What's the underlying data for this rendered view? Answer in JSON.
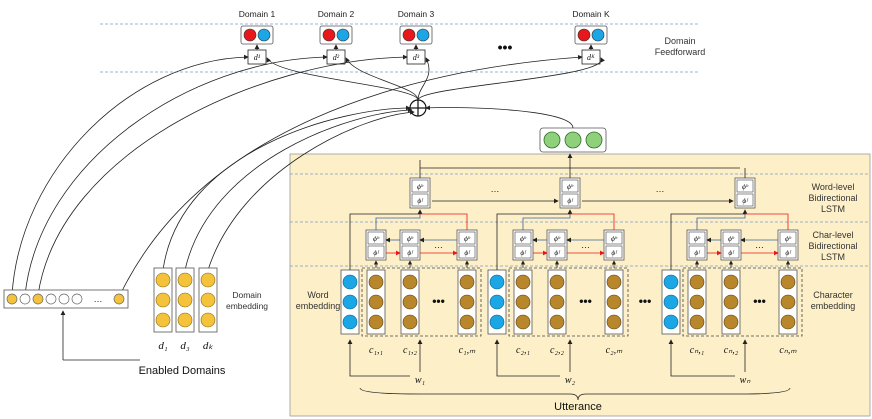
{
  "domains": {
    "labels": [
      "Domain 1",
      "Domain 2",
      "Domain 3",
      "Domain K"
    ],
    "ellipsis": "•••",
    "d_labels": [
      "d¹",
      "d²",
      "d³",
      "dᴷ"
    ],
    "feedforward_label_line1": "Domain",
    "feedforward_label_line2": "Feedforward"
  },
  "enabled": {
    "label": "Enabled Domains",
    "ellipsis": "…"
  },
  "domain_embedding": {
    "label_line1": "Domain",
    "label_line2": "embedding",
    "col_labels": [
      "d₁",
      "d₃",
      "dₖ"
    ]
  },
  "right_labels": {
    "word_line1": "Word-level",
    "word_line2": "Bidirectional",
    "word_line3": "LSTM",
    "char_line1": "Char-level",
    "char_line2": "Bidirectional",
    "char_line3": "LSTM",
    "charemb_line1": "Character",
    "charemb_line2": "embedding"
  },
  "word_embedding": {
    "label_line1": "Word",
    "label_line2": "embedding"
  },
  "lstm": {
    "phi_b": "ϕᵇ",
    "phi_f": "ϕᶠ",
    "ellipsis": "…"
  },
  "char_labels": [
    [
      "c₁,₁",
      "c₁,₂",
      "c₁,ₘ"
    ],
    [
      "c₂,₁",
      "c₂,₂",
      "c₂,ₘ"
    ],
    [
      "cₙ,₁",
      "cₙ,₂",
      "cₙ,ₘ"
    ]
  ],
  "word_labels": [
    "w₁",
    "w₂",
    "wₙ"
  ],
  "utterance": "Utterance",
  "colors": {
    "red": "#e8171b",
    "blue": "#1ba6e6",
    "yellow": "#f5c33b",
    "green": "#8fd07a",
    "brown": "#b8862b",
    "panel": "#fdf0c8"
  }
}
